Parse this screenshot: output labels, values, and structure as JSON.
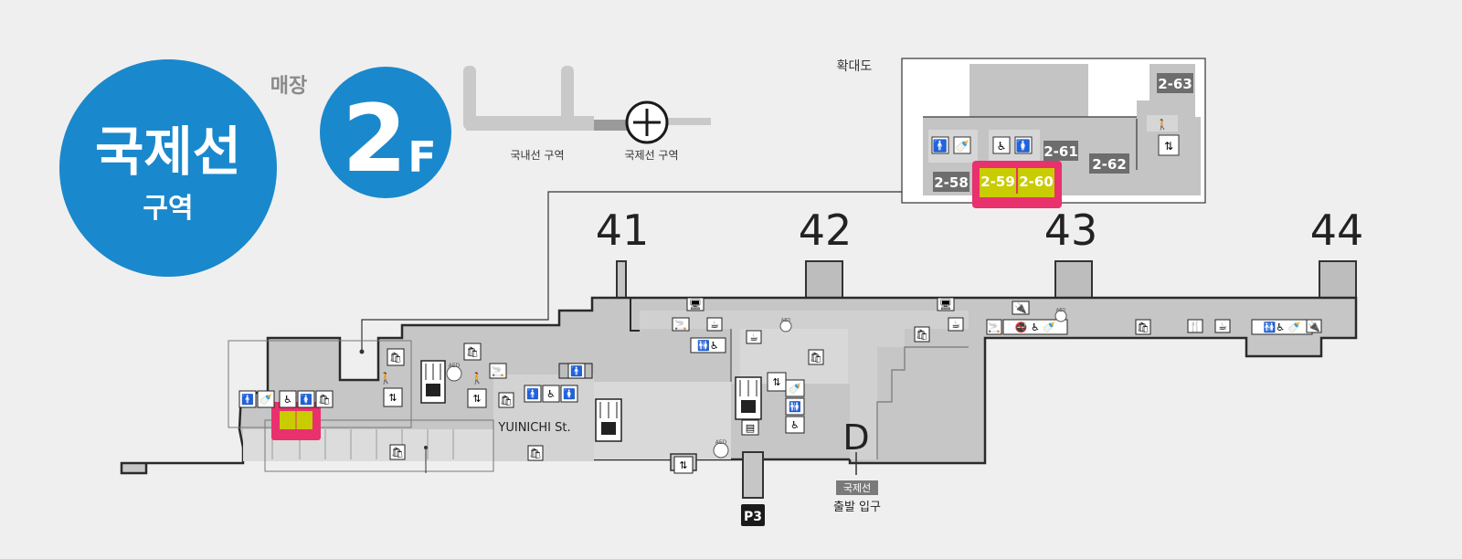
{
  "badge": {
    "zone_main": "국제선",
    "zone_sub": "구역",
    "floor_prefix": "매장",
    "floor_num": "2",
    "floor_letter": "F"
  },
  "overview": {
    "domestic_label": "국내선 구역",
    "international_label": "국제선 구역"
  },
  "inset": {
    "title": "확대도",
    "shops": [
      "2-58",
      "2-59",
      "2-60",
      "2-61",
      "2-62",
      "2-63"
    ],
    "highlighted": [
      "2-59",
      "2-60"
    ]
  },
  "gates": [
    "41",
    "42",
    "43",
    "44"
  ],
  "map": {
    "street_label": "YUINICHI St.",
    "entrance_letter": "D",
    "entrance_tag": "국제선",
    "entrance_desc": "출발 입구",
    "parking_label": "P3",
    "aed_label": "AED"
  },
  "colors": {
    "brand_blue": "#1a88cc",
    "highlight_pink": "#e8316d",
    "highlight_yellow": "#c9cc00",
    "shop_dark": "#6d6d6d"
  }
}
